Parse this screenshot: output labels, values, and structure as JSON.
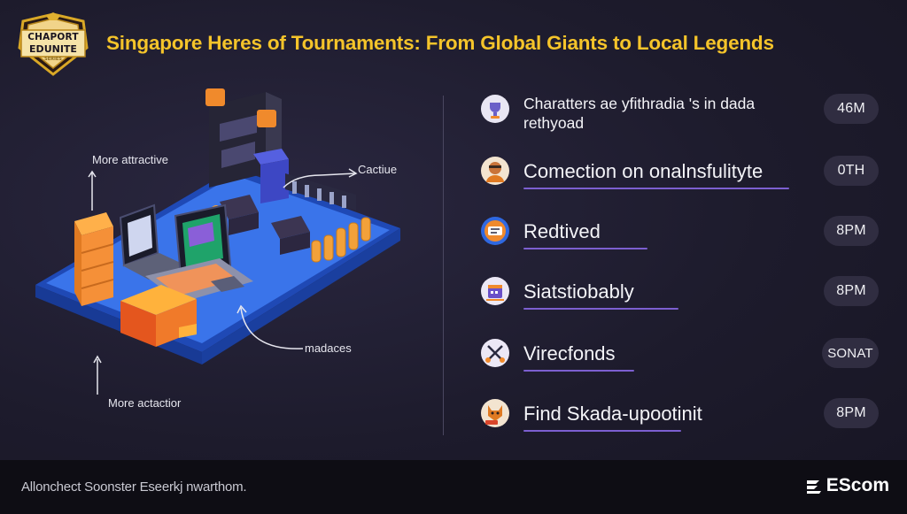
{
  "header": {
    "logo": {
      "line1": "CHAPORT",
      "line2": "EDUNITE",
      "line3": "SERIES"
    },
    "title": "Singapore Heres of Tournaments: From Global Giants to Local Legends"
  },
  "illustration": {
    "callouts": [
      "More attractive",
      "Cactiue",
      "madaces",
      "More actactior"
    ]
  },
  "list": [
    {
      "icon": "trophy-icon",
      "label": "Charatters ae yfithradia 's in dada rethyoad",
      "value": "46M"
    },
    {
      "icon": "gamer-avatar-icon",
      "label": "Comection on onalnsfulityte",
      "value": "0TH"
    },
    {
      "icon": "ticket-icon",
      "label": "Redtived",
      "value": "8PM"
    },
    {
      "icon": "calendar-icon",
      "label": "Siatstiobably",
      "value": "8PM"
    },
    {
      "icon": "swords-icon",
      "label": "Virecfonds",
      "value": "SONAT"
    },
    {
      "icon": "fox-avatar-icon",
      "label": "Find Skada-upootinit",
      "value": "8PM"
    }
  ],
  "footer": {
    "text": "Allonchect Soonster Eseerkj nwarthom.",
    "brand": "EScom"
  },
  "colors": {
    "accent": "#7c5fd0",
    "title": "#f5c42a",
    "platform": "#2f68e0"
  }
}
